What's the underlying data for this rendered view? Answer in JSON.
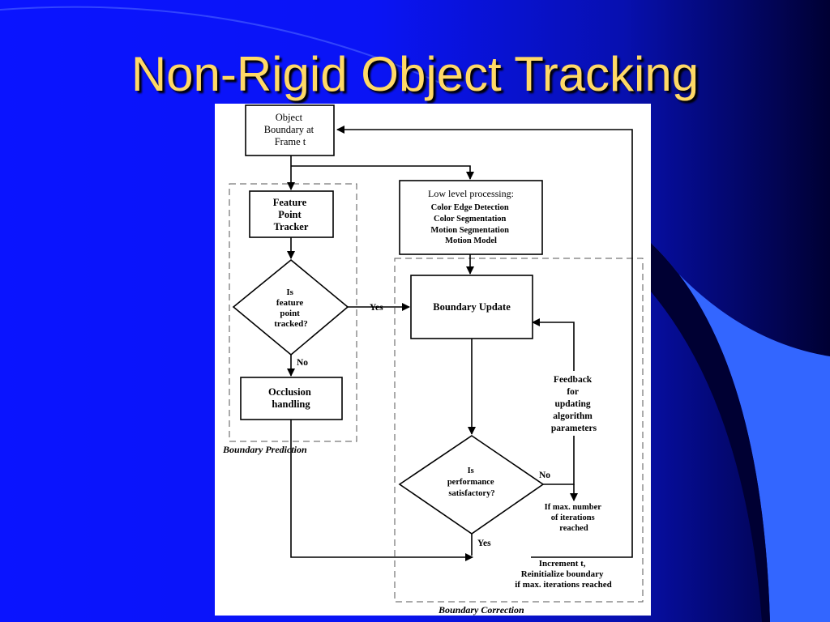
{
  "slide": {
    "title": "Non-Rigid Object Tracking",
    "colors": {
      "background": "#0a14ff",
      "background_dark": "#000033",
      "accent_swoosh": "#3366ff",
      "title_text": "#ffd966",
      "diagram_background": "#ffffff"
    }
  },
  "diagram": {
    "nodes": {
      "object_boundary": [
        "Object",
        "Boundary at",
        "Frame t"
      ],
      "feature_point_tracker": [
        "Feature",
        "Point",
        "Tracker"
      ],
      "feature_tracked_decision": [
        "Is",
        "feature",
        "point",
        "tracked?"
      ],
      "occlusion_handling": [
        "Occlusion",
        "handling"
      ],
      "low_level_processing": {
        "heading": "Low level processing:",
        "items": [
          "Color Edge Detection",
          "Color Segmentation",
          "Motion Segmentation",
          "Motion Model"
        ]
      },
      "boundary_update": "Boundary Update",
      "performance_decision": [
        "Is",
        "performance",
        "satisfactory?"
      ],
      "increment": [
        "Increment t,",
        "Reinitialize boundary",
        "if max. iterations reached"
      ]
    },
    "edge_labels": {
      "yes_tracked": "Yes",
      "no_tracked": "No",
      "no_performance": "No",
      "yes_performance": "Yes",
      "feedback": [
        "Feedback",
        "for",
        "updating",
        "algorithm",
        "parameters"
      ],
      "max_iterations": [
        "If max. number",
        "of iterations",
        "reached"
      ]
    },
    "groups": {
      "boundary_prediction": "Boundary Prediction",
      "boundary_correction": "Boundary Correction"
    }
  }
}
